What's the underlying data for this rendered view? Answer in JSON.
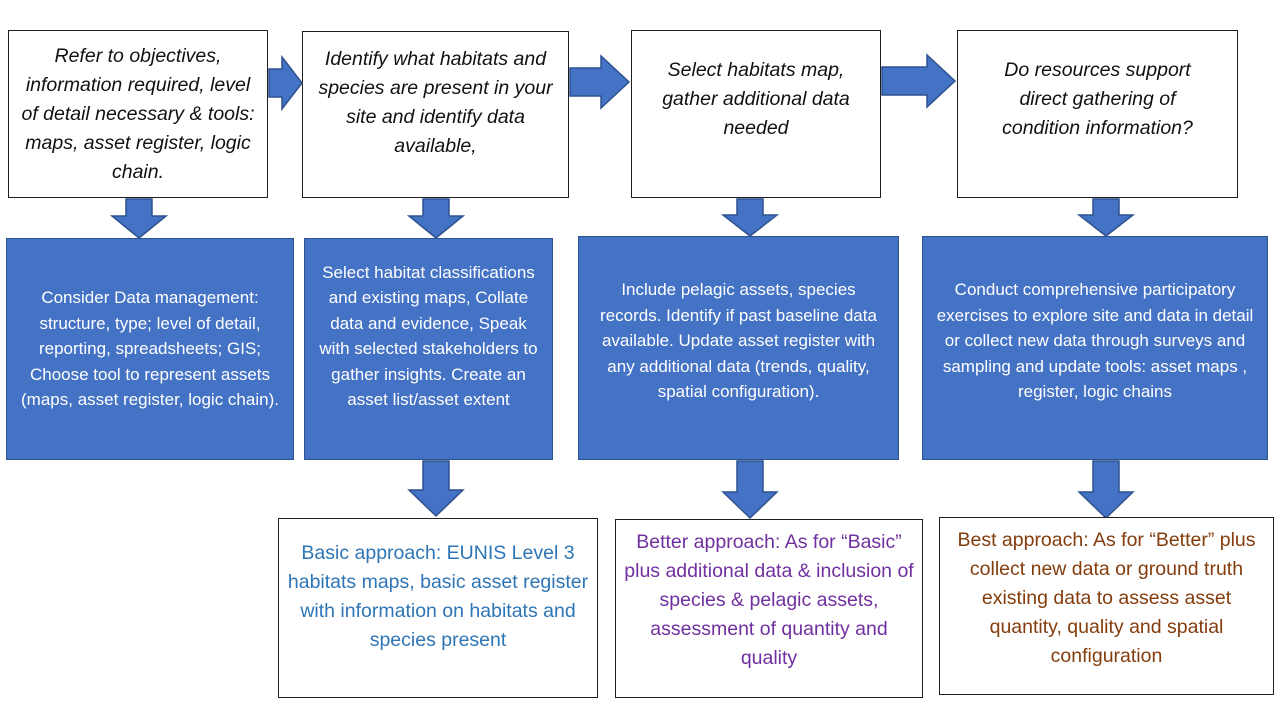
{
  "steps": [
    {
      "text": "Refer to objectives, information required, level of detail necessary & tools: maps, asset register, logic chain."
    },
    {
      "text": "Identify what habitats and species are present in your site and identify data available,"
    },
    {
      "text": "Select habitats map, gather additional data needed"
    },
    {
      "text": "Do resources support direct gathering of condition information?"
    }
  ],
  "actions": [
    {
      "text": "Consider Data management: structure, type; level of detail, reporting, spreadsheets; GIS; Choose tool to represent assets (maps, asset register, logic chain)."
    },
    {
      "text": "Select habitat classifications and existing maps, Collate data and evidence, Speak with selected stakeholders to gather insights. Create an asset list/asset extent"
    },
    {
      "text": "Include pelagic assets, species records. Identify if past baseline data available. Update asset register with any additional data (trends, quality, spatial configuration)."
    },
    {
      "text": "Conduct comprehensive participatory exercises to explore site and data in detail or collect new data through surveys and sampling and update tools: asset maps , register, logic chains"
    }
  ],
  "approaches": [
    {
      "text": "Basic approach: EUNIS Level 3 habitats maps, basic asset register with information on habitats and species present",
      "color": "#2e75b6"
    },
    {
      "text": "Better approach: As for “Basic” plus additional data & inclusion of species & pelagic assets, assessment of quantity and quality",
      "color": "#7030a0"
    },
    {
      "text": "Best approach: As for “Better” plus collect new data or ground truth existing data to assess asset quantity, quality and spatial configuration",
      "color": "#843c0c"
    }
  ],
  "colors": {
    "arrow_fill": "#4472c4",
    "action_fill": "#4472c4"
  }
}
